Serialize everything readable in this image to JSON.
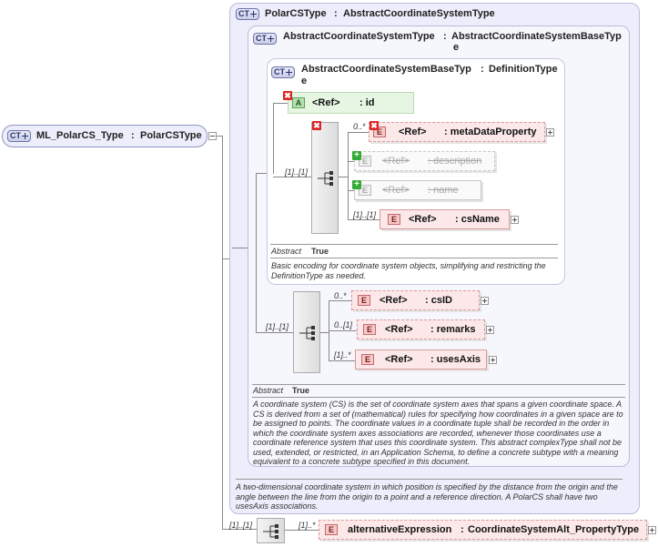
{
  "root": {
    "badge": "CT",
    "name": "ML_PolarCS_Type",
    "sep": ":",
    "type": "PolarCSType"
  },
  "polar": {
    "badge": "CT",
    "name": "PolarCSType",
    "sep": ":",
    "base": "AbstractCoordinateSystemType",
    "description": "A two-dimensional coordinate system in which position is specified by the distance from the origin and the angle between the line from the origin to a point and a reference direction. A PolarCS shall have two usesAxis associations."
  },
  "acst": {
    "badge": "CT",
    "name": "AbstractCoordinateSystemType",
    "sep": ":",
    "base_line1": "AbstractCoordinateSystemBaseTyp",
    "base_line2": "e",
    "abstract_label": "Abstract",
    "abstract_value": "True",
    "description": "A coordinate system (CS) is the set of coordinate system axes that spans a given coordinate space. A CS is derived from a set of (mathematical) rules for specifying how coordinates in a given space are to be assigned to points. The coordinate values in a coordinate tuple shall be recorded in the order in which the coordinate system axes associations are recorded, whenever those coordinates use a coordinate reference system that uses this coordinate system. This abstract complexType shall not be used, extended, or restricted, in an Application Schema, to define a concrete subtype with a meaning equivalent to a concrete subtype specified in this document."
  },
  "acsbt": {
    "badge": "CT",
    "name_line1": "AbstractCoordinateSystemBaseTyp",
    "name_line2": "e",
    "sep": ":",
    "base": "DefinitionType",
    "abstract_label": "Abstract",
    "abstract_value": "True",
    "description": "Basic encoding for coordinate system objects, simplifying and restricting the DefinitionType as needed."
  },
  "attr_id": {
    "badge": "A",
    "ref": "<Ref>",
    "name": ": id"
  },
  "seq1_mult": "[1]..[1]",
  "seq2_mult": "[1]..[1]",
  "seq3_mult": "[1]..[1]",
  "elements": {
    "metaDataProperty": {
      "badge": "E",
      "ref": "<Ref>",
      "name": ": metaDataProperty",
      "mult": "0..*"
    },
    "description": {
      "badge": "E",
      "ref": "<Ref>",
      "name": ": description"
    },
    "name": {
      "badge": "E",
      "ref": "<Ref>",
      "name": ": name"
    },
    "csName": {
      "badge": "E",
      "ref": "<Ref>",
      "name": ": csName",
      "mult": "[1]..[1]"
    },
    "csID": {
      "badge": "E",
      "ref": "<Ref>",
      "name": ": csID",
      "mult": "0..*"
    },
    "remarks": {
      "badge": "E",
      "ref": "<Ref>",
      "name": ": remarks",
      "mult": "0..[1]"
    },
    "usesAxis": {
      "badge": "E",
      "ref": "<Ref>",
      "name": ": usesAxis",
      "mult": "[1]..*"
    },
    "alternativeExpression": {
      "badge": "E",
      "name": "alternativeExpression",
      "sep": ":",
      "type": "CoordinateSystemAlt_PropertyType",
      "mult": "[1]..*"
    }
  },
  "colors": {
    "element_fill": "#fce8e8",
    "attribute_fill": "#e6f6e2",
    "box_fill": "#ededfb",
    "inner_box_fill": "#f6f6fd"
  }
}
